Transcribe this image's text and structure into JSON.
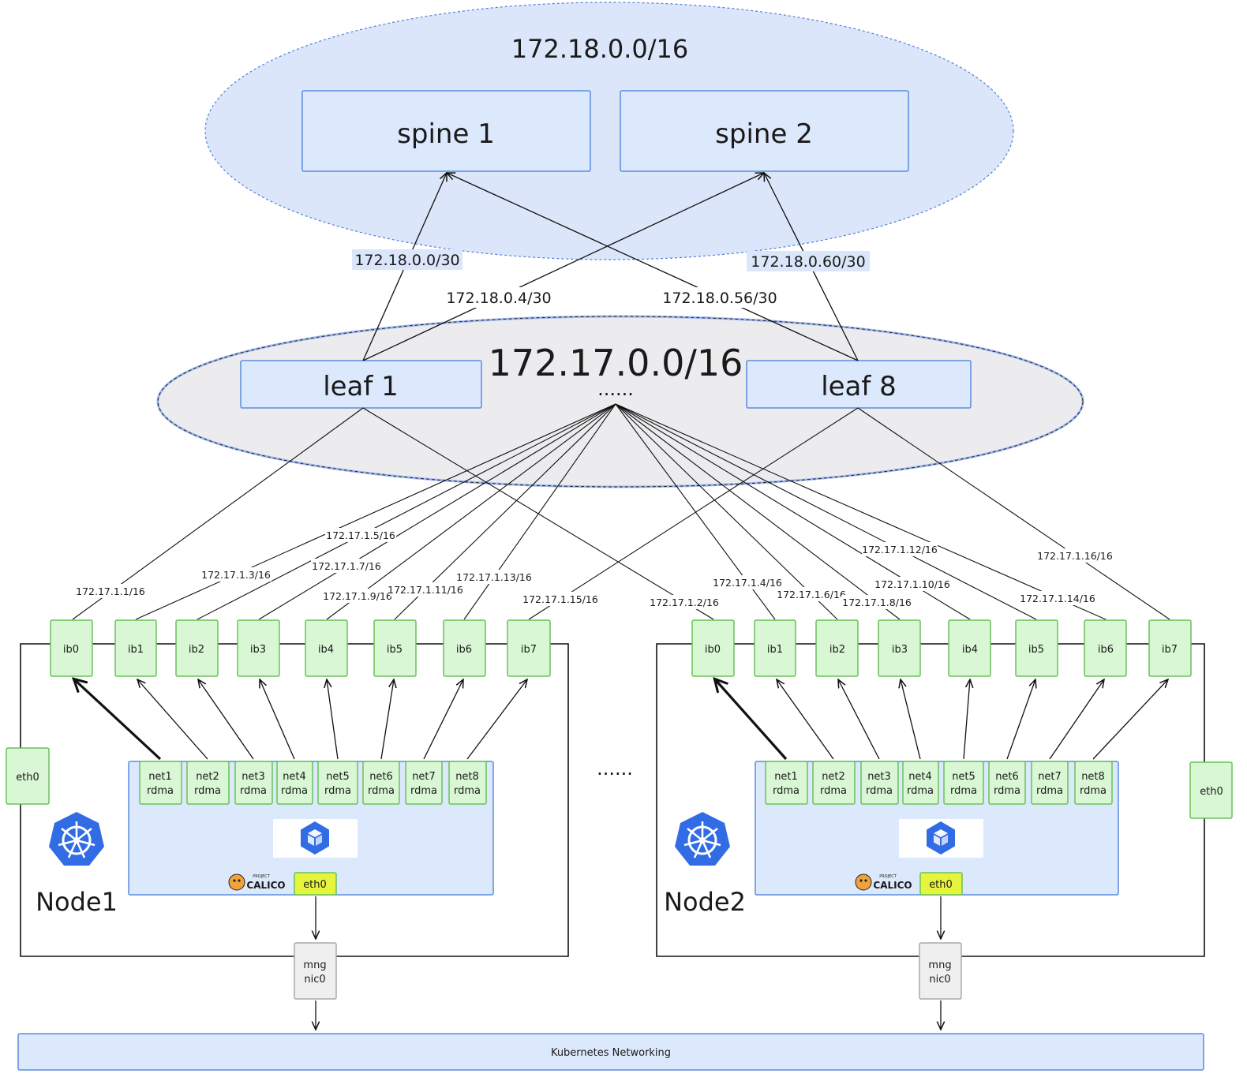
{
  "spine_subnet": "172.18.0.0/16",
  "spines": [
    "spine 1",
    "spine 2"
  ],
  "spine_links": [
    "172.18.0.0/30",
    "172.18.0.4/30",
    "172.18.0.56/30",
    "172.18.0.60/30"
  ],
  "leaf_subnet": "172.17.0.0/16",
  "leaves": [
    "leaf 1",
    "leaf 8"
  ],
  "leaf_ellipsis": "......",
  "node_ellipsis": "......",
  "node1": {
    "name": "Node1",
    "ib": [
      "ib0",
      "ib1",
      "ib2",
      "ib3",
      "ib4",
      "ib5",
      "ib6",
      "ib7"
    ],
    "ips": [
      "172.17.1.1/16",
      "172.17.1.3/16",
      "172.17.1.5/16",
      "172.17.1.7/16",
      "172.17.1.9/16",
      "172.17.1.11/16",
      "172.17.1.13/16",
      "172.17.1.15/16"
    ],
    "nets": [
      [
        "net1",
        "rdma"
      ],
      [
        "net2",
        "rdma"
      ],
      [
        "net3",
        "rdma"
      ],
      [
        "net4",
        "rdma"
      ],
      [
        "net5",
        "rdma"
      ],
      [
        "net6",
        "rdma"
      ],
      [
        "net7",
        "rdma"
      ],
      [
        "net8",
        "rdma"
      ]
    ],
    "eth0": "eth0",
    "pod_eth0": "eth0",
    "mng": [
      "mng",
      "nic0"
    ]
  },
  "node2": {
    "name": "Node2",
    "ib": [
      "ib0",
      "ib1",
      "ib2",
      "ib3",
      "ib4",
      "ib5",
      "ib6",
      "ib7"
    ],
    "ips": [
      "172.17.1.2/16",
      "172.17.1.4/16",
      "172.17.1.6/16",
      "172.17.1.8/16",
      "172.17.1.10/16",
      "172.17.1.12/16",
      "172.17.1.14/16",
      "172.17.1.16/16"
    ],
    "nets": [
      [
        "net1",
        "rdma"
      ],
      [
        "net2",
        "rdma"
      ],
      [
        "net3",
        "rdma"
      ],
      [
        "net4",
        "rdma"
      ],
      [
        "net5",
        "rdma"
      ],
      [
        "net6",
        "rdma"
      ],
      [
        "net7",
        "rdma"
      ],
      [
        "net8",
        "rdma"
      ]
    ],
    "eth0": "eth0",
    "pod_eth0": "eth0",
    "mng": [
      "mng",
      "nic0"
    ]
  },
  "calico_logo_text": "CALICO",
  "calico_project_text": "PROJECT",
  "kubernetes_networking": "Kubernetes Networking",
  "colors": {
    "spine_ellipse": "#dbe6fa",
    "leaf_ellipse": "#ececef",
    "box_blue": "#dce8fb",
    "box_border": "#5b8ce0",
    "green_fill": "#d9f7d4",
    "green_border": "#68c25a",
    "yellow_fill": "#e6f53b",
    "k8s_blue": "#326ce5",
    "gray_fill": "#efefef"
  },
  "icons": [
    "kubernetes-wheel-icon",
    "container-cube-icon",
    "calico-cat-icon"
  ]
}
